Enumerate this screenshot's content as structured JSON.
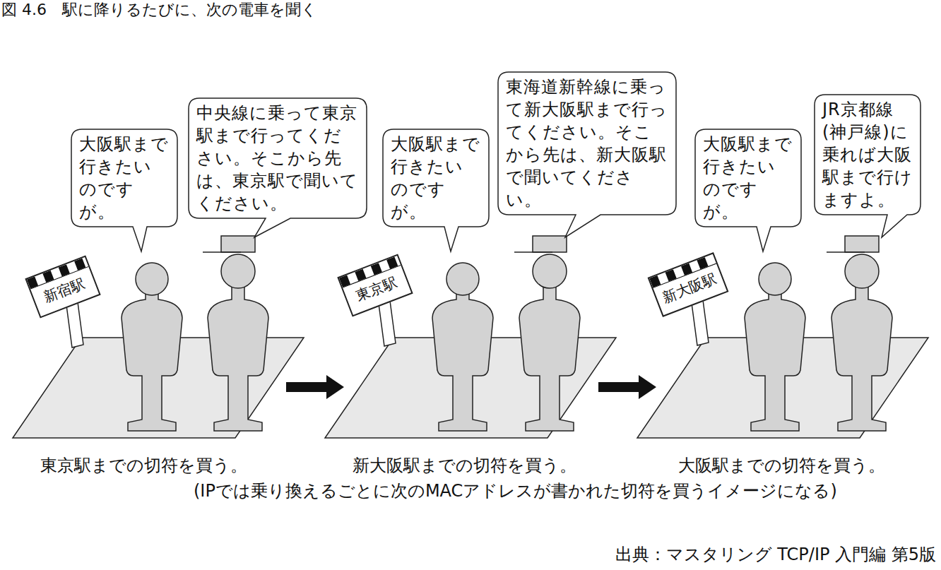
{
  "diagram": {
    "title": "図 4.6　駅に降りるたびに、次の電車を聞く",
    "nodes": [
      {
        "text": [
          "新宿駅"
        ]
      },
      {
        "text": [
          "大阪駅まで行きたいのですが。"
        ]
      },
      {
        "text": [
          "中央線に乗って東京駅まで行ってください。そこから先は、東京駅で聞いてください。"
        ]
      },
      {
        "text": [
          "東京駅"
        ]
      },
      {
        "text": [
          "大阪駅まで行きたいのですが。"
        ]
      },
      {
        "text": [
          "東海道新幹線に乗って新大阪駅まで行ってください。そこから先は、新大阪駅で聞いてください。"
        ]
      },
      {
        "text": [
          "新大阪駅"
        ]
      },
      {
        "text": [
          "大阪駅まで行きたいのですが。"
        ]
      },
      {
        "text": [
          "JR京都線(神戸線)に乗れば大阪駅まで行けますよ。"
        ]
      }
    ],
    "labels": [
      "東京駅までの切符を買う。",
      "新大阪駅までの切符を買う。",
      "大阪駅までの切符を買う。",
      "(IPでは乗り換えるごとに次のMACアドレスが書かれた切符を買うイメージになる)",
      "出典：マスタリング TCP/IP 入門編 第5版"
    ]
  }
}
